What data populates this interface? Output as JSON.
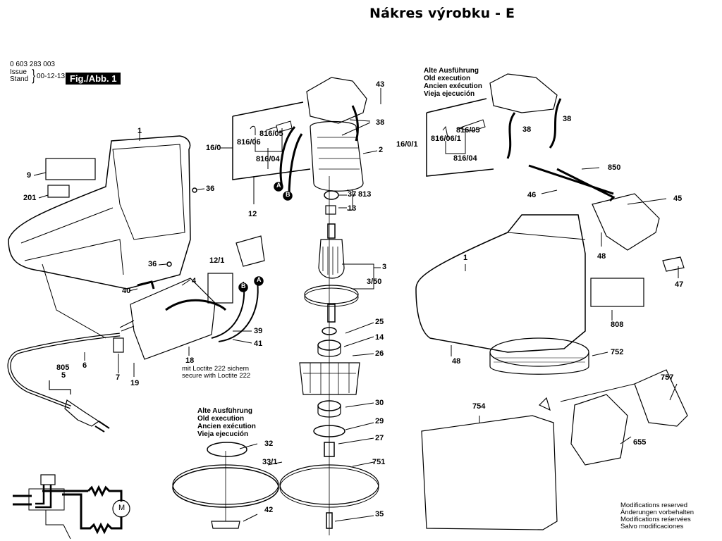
{
  "header": {
    "title": "Nákres výrobku - E",
    "doc_number": "0 603 283 003",
    "issue_label_1": "Issue",
    "issue_label_2": "Stand",
    "issue_date": "00-12-13",
    "figure_label": "Fig./Abb. 1"
  },
  "notes": {
    "old_execution_top": [
      "Alte Ausführung",
      "Old execution",
      "Ancien exécution",
      "Vieja ejecución"
    ],
    "old_execution_bottom": [
      "Alte Ausführung",
      "Old execution",
      "Ancien exécution",
      "Vieja ejecución"
    ],
    "loctite": [
      "mit Loctite 222 sichern",
      "secure with Loctite 222"
    ],
    "modifications": [
      "Modifications reserved",
      "Änderungen vorbehalten",
      "Modifications reśervées",
      "Salvo modificaciones"
    ]
  },
  "parts": [
    {
      "id": "p1a",
      "label": "1"
    },
    {
      "id": "p9",
      "label": "9"
    },
    {
      "id": "p201",
      "label": "201"
    },
    {
      "id": "p36a",
      "label": "36"
    },
    {
      "id": "p36b",
      "label": "36"
    },
    {
      "id": "p16_0",
      "label": "16/0"
    },
    {
      "id": "p816_06",
      "label": "816/06"
    },
    {
      "id": "p816_05a",
      "label": "816/05"
    },
    {
      "id": "p816_04a",
      "label": "816/04"
    },
    {
      "id": "p43",
      "label": "43"
    },
    {
      "id": "p38a",
      "label": "38"
    },
    {
      "id": "p2",
      "label": "2"
    },
    {
      "id": "p37",
      "label": "37"
    },
    {
      "id": "p813",
      "label": "813"
    },
    {
      "id": "p13",
      "label": "13"
    },
    {
      "id": "p12",
      "label": "12"
    },
    {
      "id": "p12_1",
      "label": "12/1"
    },
    {
      "id": "p4",
      "label": "4"
    },
    {
      "id": "p40",
      "label": "40"
    },
    {
      "id": "p39",
      "label": "39"
    },
    {
      "id": "p41",
      "label": "41"
    },
    {
      "id": "p18",
      "label": "18"
    },
    {
      "id": "p805",
      "label": "805"
    },
    {
      "id": "p5",
      "label": "5"
    },
    {
      "id": "p6",
      "label": "6"
    },
    {
      "id": "p7",
      "label": "7"
    },
    {
      "id": "p19",
      "label": "19"
    },
    {
      "id": "p3",
      "label": "3"
    },
    {
      "id": "p3_50",
      "label": "3/50"
    },
    {
      "id": "p25",
      "label": "25"
    },
    {
      "id": "p14",
      "label": "14"
    },
    {
      "id": "p26",
      "label": "26"
    },
    {
      "id": "p30",
      "label": "30"
    },
    {
      "id": "p29",
      "label": "29"
    },
    {
      "id": "p27",
      "label": "27"
    },
    {
      "id": "p751",
      "label": "751"
    },
    {
      "id": "p35",
      "label": "35"
    },
    {
      "id": "p32",
      "label": "32"
    },
    {
      "id": "p33_1",
      "label": "33/1"
    },
    {
      "id": "p42",
      "label": "42"
    },
    {
      "id": "p16_0_1",
      "label": "16/0/1"
    },
    {
      "id": "p816_06_1",
      "label": "816/06/1"
    },
    {
      "id": "p816_05b",
      "label": "816/05"
    },
    {
      "id": "p816_04b",
      "label": "816/04"
    },
    {
      "id": "p38b",
      "label": "38"
    },
    {
      "id": "p38c",
      "label": "38"
    },
    {
      "id": "p850",
      "label": "850"
    },
    {
      "id": "p46",
      "label": "46"
    },
    {
      "id": "p45",
      "label": "45"
    },
    {
      "id": "p48a",
      "label": "48"
    },
    {
      "id": "p47",
      "label": "47"
    },
    {
      "id": "p1b",
      "label": "1"
    },
    {
      "id": "p808",
      "label": "808"
    },
    {
      "id": "p48b",
      "label": "48"
    },
    {
      "id": "p752",
      "label": "752"
    },
    {
      "id": "p757",
      "label": "757"
    },
    {
      "id": "p754",
      "label": "754"
    },
    {
      "id": "p655",
      "label": "655"
    }
  ],
  "wire_markers": {
    "a": "A",
    "b": "B"
  },
  "schematic": {
    "motor_label": "M"
  }
}
